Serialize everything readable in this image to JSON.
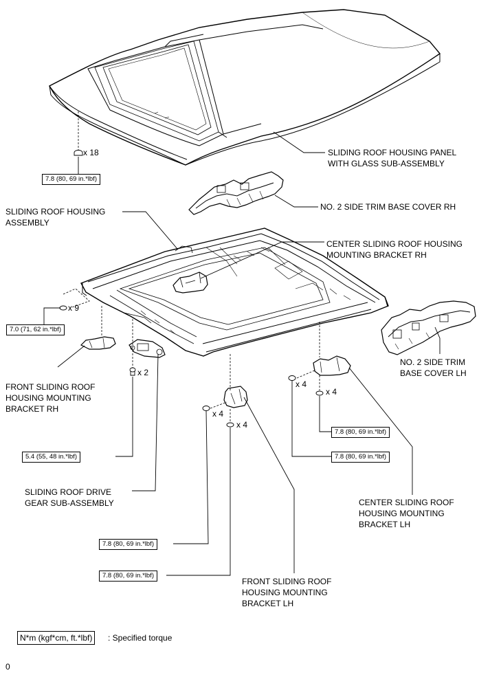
{
  "labels": {
    "housing_panel": [
      "SLIDING ROOF HOUSING PANEL",
      "WITH GLASS SUB-ASSEMBLY"
    ],
    "side_trim_rh": [
      "NO. 2 SIDE TRIM BASE COVER RH"
    ],
    "housing_assembly": [
      "SLIDING ROOF HOUSING",
      "ASSEMBLY"
    ],
    "center_bracket_rh": [
      "CENTER SLIDING ROOF HOUSING",
      "MOUNTING BRACKET RH"
    ],
    "side_trim_lh": [
      "NO. 2 SIDE TRIM",
      "BASE COVER LH"
    ],
    "front_bracket_rh": [
      "FRONT SLIDING ROOF",
      "HOUSING MOUNTING",
      "BRACKET RH"
    ],
    "drive_gear": [
      "SLIDING ROOF DRIVE",
      "GEAR SUB-ASSEMBLY"
    ],
    "center_bracket_lh": [
      "CENTER SLIDING ROOF",
      "HOUSING MOUNTING",
      "BRACKET LH"
    ],
    "front_bracket_lh": [
      "FRONT SLIDING ROOF",
      "HOUSING MOUNTING",
      "BRACKET LH"
    ]
  },
  "torques": {
    "panel": "7.8 (80, 69 in.*lbf)",
    "front_rh": "7.0 (71, 62 in.*lbf)",
    "drive_gear": "5.4 (55, 48 in.*lbf)",
    "center_lh_upper": "7.8 (80, 69 in.*lbf)",
    "center_lh_lower": "7.8 (80, 69 in.*lbf)",
    "front_lh_upper": "7.8 (80, 69 in.*lbf)",
    "front_lh_lower": "7.8 (80, 69 in.*lbf)"
  },
  "quantities": {
    "panel": "x 18",
    "front_rh": "x 9",
    "drive_gear": "x 2",
    "front_lh_a": "x 4",
    "front_lh_b": "x 4",
    "center_lh_a": "x 4",
    "center_lh_b": "x 4"
  },
  "legend": {
    "unit": "N*m (kgf*cm, ft.*lbf)",
    "text": ": Specified torque"
  },
  "corner_mark": "0",
  "icons": [
    "bolt-icon",
    "nut-icon",
    "screw-icon"
  ]
}
